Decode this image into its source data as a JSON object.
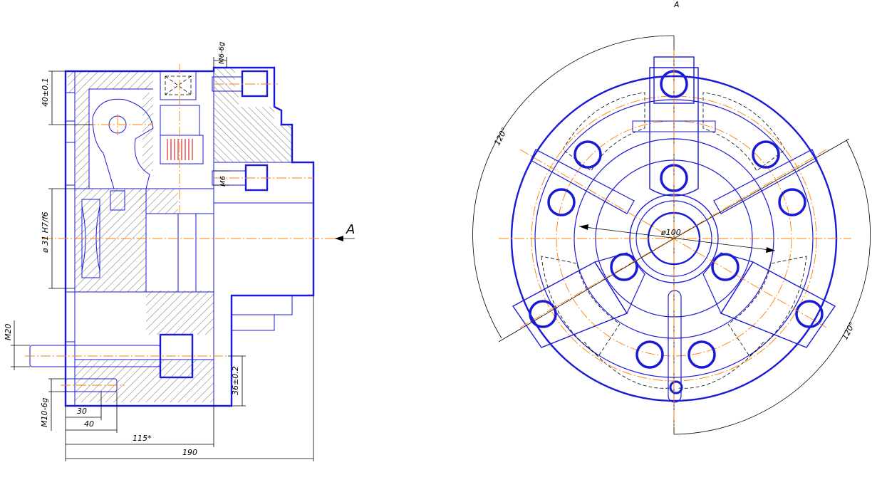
{
  "colors": {
    "outline": "#1a1ad6",
    "dimension": "#000000",
    "centerline": "#ff7f00",
    "spring": "#cc0000"
  },
  "section_view": {
    "dimensions": {
      "top_offset": "40±0.1",
      "bore_fit": "ø 31 H7/f6",
      "thread_left": "M20",
      "thread_pin": "M10-6g",
      "thread_top": "M6-6g",
      "thread_mid": "M6",
      "offset_right": "36±0.2",
      "len_30": "30",
      "len_40": "40",
      "len_115": "115*",
      "len_190": "190"
    },
    "view_arrow_label": "A"
  },
  "front_view": {
    "view_label": "A",
    "center_dia": "ø100",
    "angle_upper_left": "120°",
    "angle_lower_right": "120°"
  }
}
